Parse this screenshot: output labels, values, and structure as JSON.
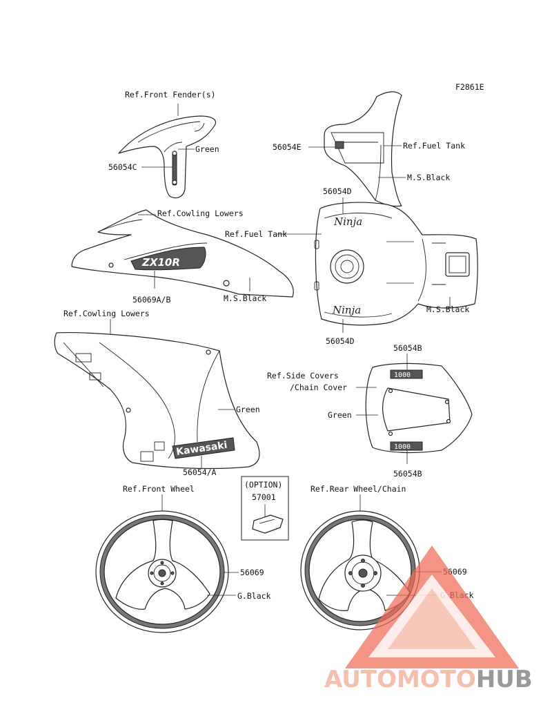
{
  "diagram_code": "F2861E",
  "labels": {
    "ref_front_fender": "Ref.Front Fender(s)",
    "green_1": "Green",
    "p_56054c": "56054C",
    "p_56054e": "56054E",
    "ref_fuel_tank_1": "Ref.Fuel Tank",
    "ms_black_1": "M.S.Black",
    "p_56054d_top": "56054D",
    "ref_cowling_lowers_1": "Ref.Cowling Lowers",
    "ref_fuel_tank_2": "Ref.Fuel Tank",
    "p_56069ab": "56069A/B",
    "ms_black_2": "M.S.Black",
    "ms_black_3": "M.S.Black",
    "p_56054d_bottom": "56054D",
    "ref_cowling_lowers_2": "Ref.Cowling Lowers",
    "p_56054b_top": "56054B",
    "ref_side_covers": "Ref.Side Covers",
    "chain_cover": "/Chain Cover",
    "green_2": "Green",
    "green_3": "Green",
    "p_56054a": "56054/A",
    "p_56054b_bottom": "56054B",
    "option": "(OPTION)",
    "p_57001": "57001",
    "ref_front_wheel": "Ref.Front Wheel",
    "ref_rear_wheel": "Ref.Rear Wheel/Chain",
    "p_56069_front": "56069",
    "g_black_front": "G.Black",
    "p_56069_rear": "56069",
    "g_black_rear": "G.Black"
  },
  "decals": {
    "zx10r": "ZX10R",
    "ninja_1": "Ninja",
    "ninja_2": "Ninja",
    "kawasaki": "Kawasaki",
    "d1000_1": "1000",
    "d1000_2": "1000"
  },
  "watermark": {
    "part_1": "AUTOMOTO",
    "part_2": "HUB",
    "color_light": "#f6b9a4",
    "color_red": "#ef6a55",
    "color_gray": "#8e8e8e"
  }
}
